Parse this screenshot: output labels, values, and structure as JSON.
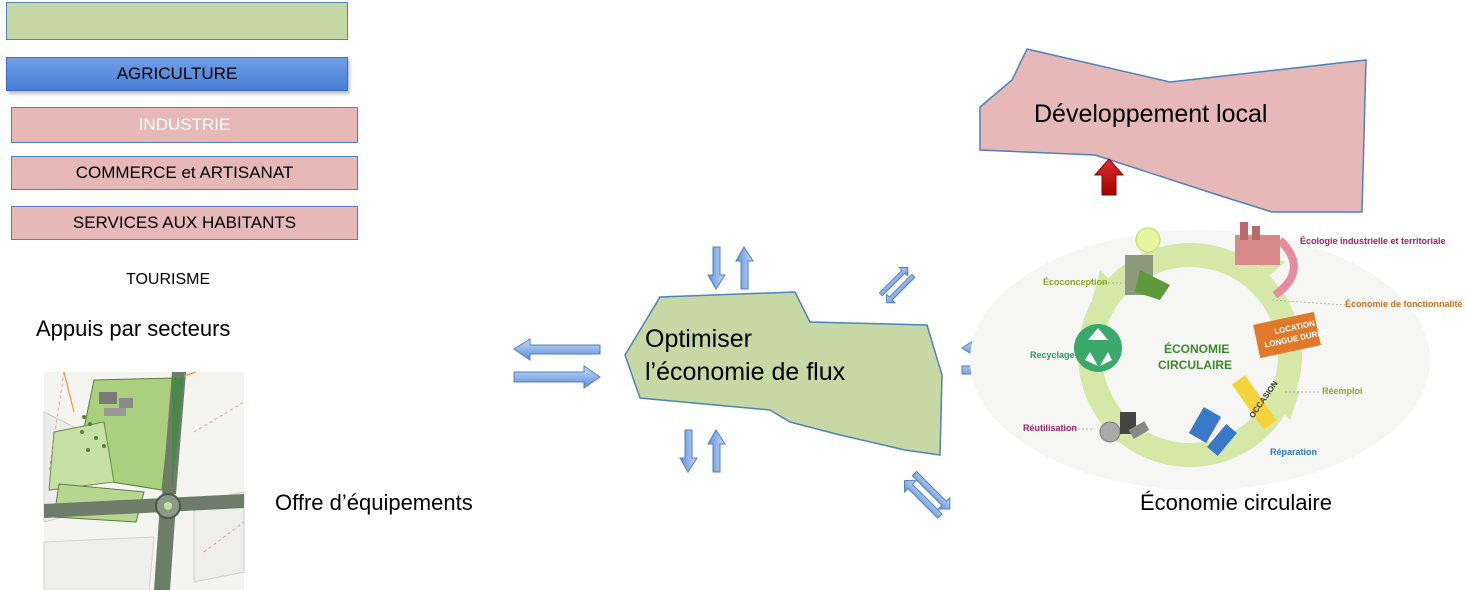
{
  "sectors": {
    "header_box": "",
    "agriculture": "AGRICULTURE",
    "industrie": "INDUSTRIE",
    "commerce": "COMMERCE et ARTISANAT",
    "services": "SERVICES AUX HABITANTS",
    "tourisme": "TOURISME",
    "caption": "Appuis par secteurs"
  },
  "equipment": {
    "caption": "Offre d’équipements"
  },
  "center": {
    "line1": "Optimiser",
    "line2": "l’économie de flux"
  },
  "local": {
    "label": "Développement local"
  },
  "circular": {
    "caption": "Économie circulaire",
    "hub_line1": "ÉCONOMIE",
    "hub_line2": "CIRCULAIRE",
    "stages": {
      "ecologie": "Écologie industrielle et territoriale",
      "ecoconception": "Écoconception",
      "fonctionnalite": "Économie de fonctionnalité",
      "location1": "LOCATION",
      "location2": "LONGUE DURÉE",
      "recyclage": "Recyclage",
      "reemploi": "Réemploi",
      "occasion": "OCCASION",
      "reutilisation": "Réutilisation",
      "reparation": "Réparation"
    }
  },
  "colors": {
    "green_fill": "#c6d9a4",
    "pink_fill": "#e6b8b7",
    "blue_fill": "#5b8fdd",
    "arrow_blue": "#4f81bd",
    "arrow_red": "#c00000",
    "cycle_green": "#d6e8a8"
  }
}
